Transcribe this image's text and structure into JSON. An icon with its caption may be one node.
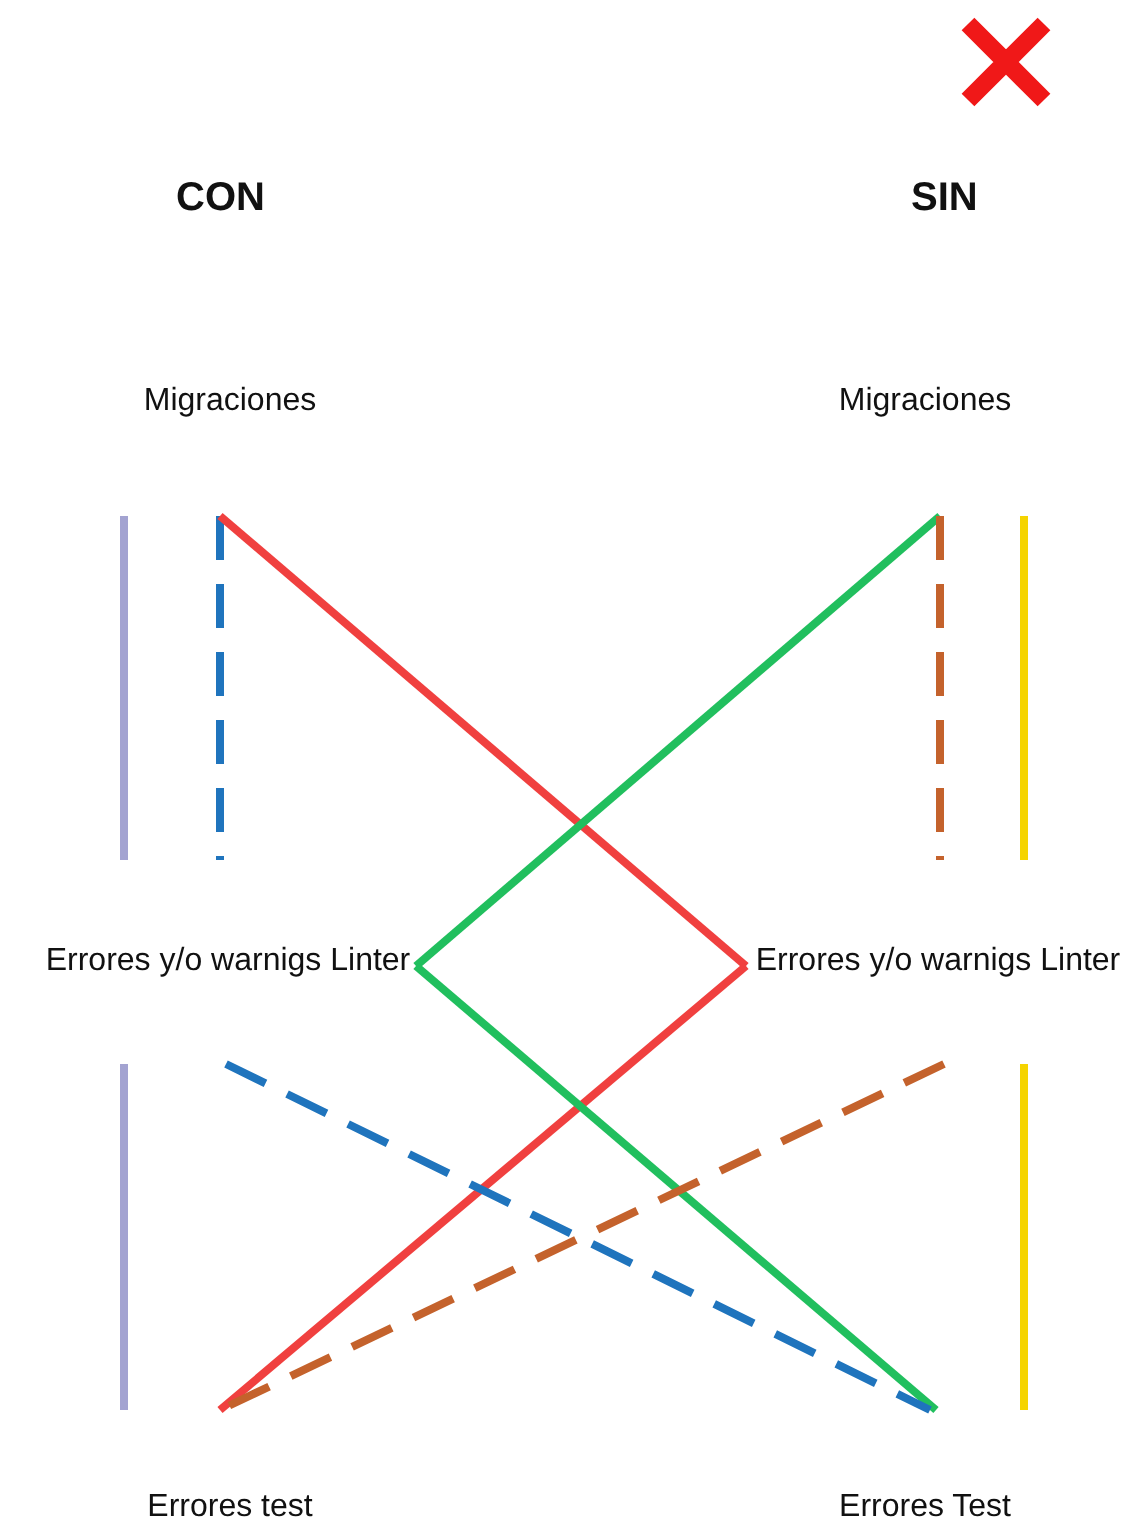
{
  "diagram": {
    "nodes": [
      {
        "text": [
          "Migraciones"
        ]
      },
      {
        "text": [
          "Migraciones"
        ]
      },
      {
        "text": [
          "Errores y/o warnigs Linter"
        ]
      },
      {
        "text": [
          "Errores y/o warnigs Linter"
        ]
      },
      {
        "text": [
          "Errores test"
        ]
      },
      {
        "text": [
          "Errores Test"
        ]
      }
    ],
    "edges": [
      {
        "from": 0,
        "to": 2,
        "arrow": "none",
        "color": "#a3a3d1"
      },
      {
        "from": 0,
        "to": 2,
        "arrow": "none",
        "style": "dashed",
        "color": "#1f74bd"
      },
      {
        "from": 0,
        "to": 3,
        "arrow": "none",
        "color": "#f0403f"
      },
      {
        "from": 1,
        "to": 2,
        "arrow": "none",
        "color": "#21bf5e"
      },
      {
        "from": 1,
        "to": 3,
        "arrow": "none",
        "style": "dashed",
        "color": "#c4622c"
      },
      {
        "from": 1,
        "to": 3,
        "arrow": "none",
        "color": "#f5d400"
      },
      {
        "from": 2,
        "to": 4,
        "arrow": "none",
        "color": "#a3a3d1"
      },
      {
        "from": 3,
        "to": 4,
        "arrow": "none",
        "color": "#f0403f"
      },
      {
        "from": 2,
        "to": 5,
        "arrow": "none",
        "color": "#21bf5e"
      },
      {
        "from": 2,
        "to": 5,
        "arrow": "none",
        "style": "dashed",
        "color": "#1f74bd"
      },
      {
        "from": 3,
        "to": 4,
        "arrow": "none",
        "style": "dashed",
        "color": "#c4622c"
      },
      {
        "from": 3,
        "to": 5,
        "arrow": "none",
        "color": "#f5d400"
      }
    ],
    "labels": [
      "CON",
      "SIN"
    ]
  }
}
